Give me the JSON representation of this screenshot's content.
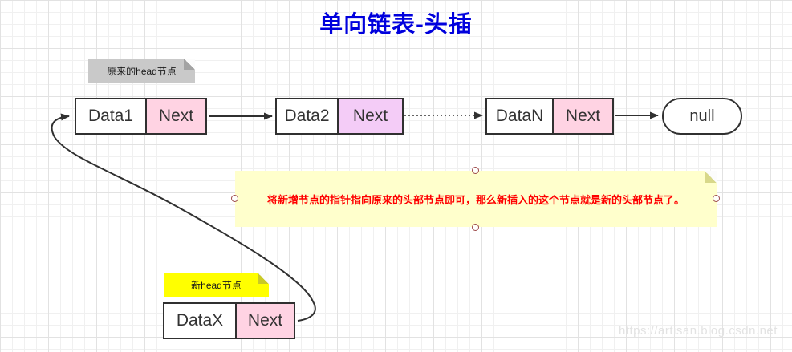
{
  "title": "单向链表-头插",
  "notes": {
    "original_head": "原来的head节点",
    "new_head": "新head节点",
    "explanation": "将新增节点的指针指向原来的头部节点即可，那么新插入的这个节点就是新的头部节点了。"
  },
  "nodes": [
    {
      "data": "Data1",
      "next": "Next"
    },
    {
      "data": "Data2",
      "next": "Next"
    },
    {
      "data": "DataN",
      "next": "Next"
    },
    {
      "data": "DataX",
      "next": "Next"
    }
  ],
  "terminator": {
    "label": "null"
  },
  "watermark": "https://artisan.blog.csdn.net",
  "colors": {
    "title_blue": "#0000dd",
    "note_gray": "#c9c9c9",
    "note_yellow_light": "#ffffcc",
    "note_yellow_bright": "#ffff00",
    "cell_pink": "#ffd3e3",
    "cell_violet": "#f4ccf7",
    "explanation_red": "#ff0000",
    "node_border": "#303030",
    "selection_handle": "#9e4b4b"
  }
}
